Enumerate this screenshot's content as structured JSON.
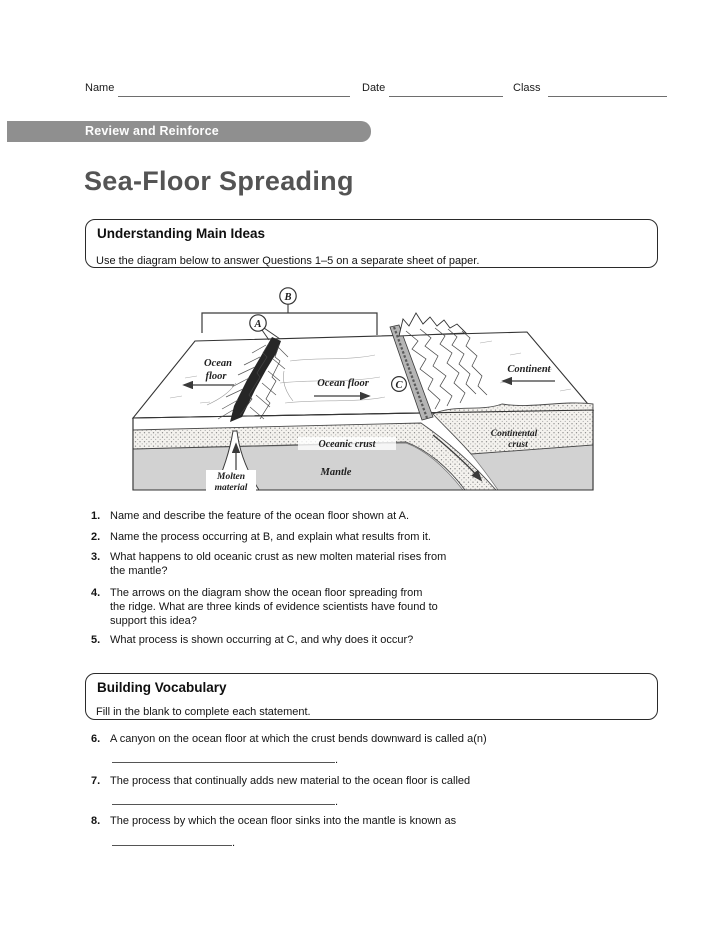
{
  "header": {
    "name_label": "Name",
    "date_label": "Date",
    "class_label": "Class"
  },
  "banner": {
    "label": "Review and Reinforce",
    "bg": "#8f8f8f"
  },
  "title": "Sea-Floor Spreading",
  "main_ideas": {
    "heading": "Understanding Main Ideas",
    "instruction": "Use the diagram below to answer Questions 1–5 on a separate sheet of paper.",
    "questions": [
      {
        "num": "1.",
        "text": "Name and describe the feature of the ocean floor shown at A."
      },
      {
        "num": "2.",
        "text": "Name the process occurring at B, and explain what results from it."
      },
      {
        "num": "3.",
        "text": "What happens to old oceanic crust as new molten material rises from\nthe mantle?"
      },
      {
        "num": "4.",
        "text": "The arrows on the diagram show the ocean floor spreading from\nthe ridge. What are three kinds of evidence scientists have found to\nsupport this idea?"
      },
      {
        "num": "5.",
        "text": "What process is shown occurring at C, and why does it occur?"
      }
    ]
  },
  "vocab": {
    "heading": "Building Vocabulary",
    "instruction": "Fill in the blank to complete each statement.",
    "questions": [
      {
        "num": "6.",
        "text": "A canyon on the ocean floor at which the crust bends downward is called a(n)",
        "period": "."
      },
      {
        "num": "7.",
        "text": "The process that continually adds new material to the ocean floor is called",
        "period": "."
      },
      {
        "num": "8.",
        "text": "The process by which the ocean floor sinks into the mantle is known as",
        "period": "."
      }
    ]
  },
  "diagram": {
    "callouts": {
      "a": "A",
      "b": "B",
      "c": "C"
    },
    "labels": {
      "ocean_floor_left_1": "Ocean",
      "ocean_floor_left_2": "floor",
      "ocean_floor_mid": "Ocean floor",
      "continent": "Continent",
      "continental_crust_1": "Continental",
      "continental_crust_2": "crust",
      "oceanic_crust": "Oceanic crust",
      "mantle": "Mantle",
      "molten_material_1": "Molten",
      "molten_material_2": "material"
    },
    "colors": {
      "mantle": "#d2d2d2",
      "outline": "#333333",
      "ridge": "#262626"
    }
  }
}
